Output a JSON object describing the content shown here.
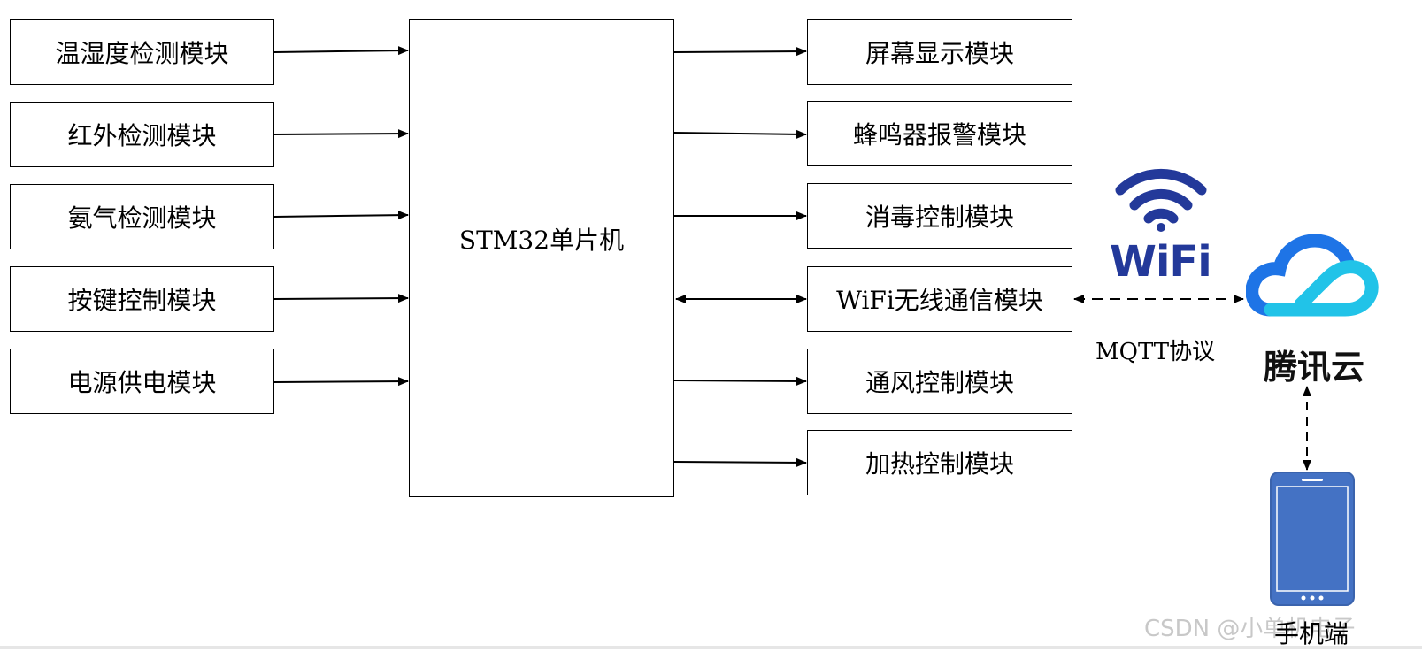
{
  "left_modules": [
    "温湿度检测模块",
    "红外检测模块",
    "氨气检测模块",
    "按键控制模块",
    "电源供电模块"
  ],
  "mcu_label": "STM32单片机",
  "right_modules": [
    "屏幕显示模块",
    "蜂鸣器报警模块",
    "消毒控制模块",
    "WiFi无线通信模块",
    "通风控制模块",
    "加热控制模块"
  ],
  "wifi_logo_text": "WiFi",
  "protocol_label": "MQTT协议",
  "cloud_label": "腾讯云",
  "phone_label": "手机端",
  "watermark": "CSDN @小单机电子",
  "colors": {
    "wifi_blue": "#23399a",
    "cloud_blue": "#1e74e6",
    "cloud_cyan": "#21c3e8",
    "phone_blue": "#4472c4"
  }
}
